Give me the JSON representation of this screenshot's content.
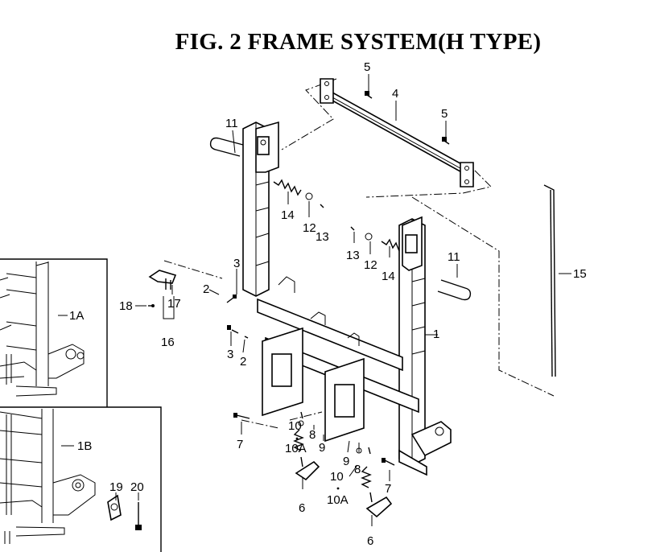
{
  "title": "FIG. 2  FRAME SYSTEM(H TYPE)",
  "labels": {
    "p1": "1",
    "p1A": "1A",
    "p1B": "1B",
    "p2a": "2",
    "p2b": "2",
    "p3a": "3",
    "p3b": "3",
    "p4": "4",
    "p5a": "5",
    "p5b": "5",
    "p6a": "6",
    "p6b": "6",
    "p7a": "7",
    "p7b": "7",
    "p8a": "8",
    "p8b": "8",
    "p9a": "9",
    "p9b": "9",
    "p10a": "10",
    "p10Aa": "10A",
    "p10b": "10",
    "p10Ab": "10A",
    "p11a": "11",
    "p11b": "11",
    "p12a": "12",
    "p12b": "12",
    "p13a": "13",
    "p13b": "13",
    "p14a": "14",
    "p14b": "14",
    "p15": "15",
    "p16": "16",
    "p17": "17",
    "p18": "18",
    "p19": "19",
    "p20": "20"
  }
}
